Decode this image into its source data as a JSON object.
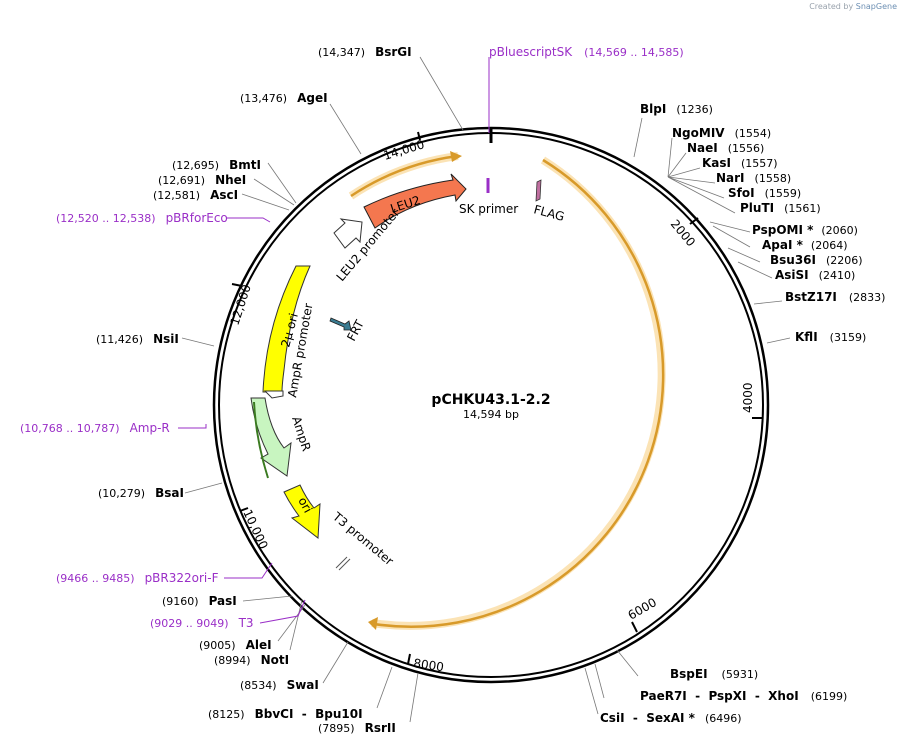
{
  "credit": {
    "prefix": "Created by",
    "brand": "SnapGene"
  },
  "plasmid": {
    "name": "pCHKU43.1-2.2",
    "length": "14,594 bp"
  },
  "enzymes_right": [
    {
      "name": "BlpI",
      "pos": "(1236)"
    },
    {
      "name": "NgoMIV",
      "pos": "(1554)"
    },
    {
      "name": "NaeI",
      "pos": "(1556)"
    },
    {
      "name": "KasI",
      "pos": "(1557)"
    },
    {
      "name": "NarI",
      "pos": "(1558)"
    },
    {
      "name": "SfoI",
      "pos": "(1559)"
    },
    {
      "name": "PluTI",
      "pos": "(1561)"
    },
    {
      "name": "PspOMI *",
      "pos": "(2060)"
    },
    {
      "name": "ApaI *",
      "pos": "(2064)"
    },
    {
      "name": "Bsu36I",
      "pos": "(2206)"
    },
    {
      "name": "AsiSI",
      "pos": "(2410)"
    },
    {
      "name": "BstZ17I",
      "pos": "(2833)"
    },
    {
      "name": "KflI",
      "pos": "(3159)"
    }
  ],
  "enzymes_bottom": [
    {
      "name": "BspEI",
      "pos": "(5931)"
    },
    {
      "name": "PaeR7I  -  PspXI  -  XhoI",
      "pos": "(6199)"
    },
    {
      "name": "CsiI  -  SexAI *",
      "pos": "(6496)"
    },
    {
      "name": "RsrII",
      "pos": "(7895)"
    },
    {
      "name": "BbvCI  -  Bpu10I",
      "pos": "(8125)"
    },
    {
      "name": "SwaI",
      "pos": "(8534)"
    },
    {
      "name": "NotI",
      "pos": "(8994)"
    },
    {
      "name": "AleI",
      "pos": "(9005)"
    },
    {
      "name": "PasI",
      "pos": "(9160)"
    }
  ],
  "enzymes_left": [
    {
      "name": "BsaI",
      "pos": "(10,279)"
    },
    {
      "name": "NsiI",
      "pos": "(11,426)"
    },
    {
      "name": "AscI",
      "pos": "(12,581)"
    },
    {
      "name": "NheI",
      "pos": "(12,691)"
    },
    {
      "name": "BmtI",
      "pos": "(12,695)"
    },
    {
      "name": "AgeI",
      "pos": "(13,476)"
    },
    {
      "name": "BsrGI",
      "pos": "(14,347)"
    }
  ],
  "primers": [
    {
      "name": "pBluescriptSK",
      "pos": "(14,569 .. 14,585)"
    },
    {
      "name": "pBRforEco",
      "pos": "(12,520 .. 12,538)"
    },
    {
      "name": "Amp-R",
      "pos": "(10,768 .. 10,787)"
    },
    {
      "name": "pBR322ori-F",
      "pos": "(9466 .. 9485)"
    },
    {
      "name": "T3",
      "pos": "(9029 .. 9049)"
    }
  ],
  "ticks": [
    "2000",
    "4000",
    "6000",
    "8000",
    "10,000",
    "12,000",
    "14,000"
  ],
  "features": {
    "leu2": "LEU2",
    "leu2_promoter": "LEU2 promoter",
    "two_micron": "2µ ori",
    "ampr_promoter": "AmpR promoter",
    "ampr": "AmpR",
    "ori": "ori",
    "t3_promoter": "T3 promoter",
    "frt": "FRT",
    "sk_primer": "SK primer",
    "flag": "FLAG"
  },
  "colors": {
    "backbone": "#000000",
    "primer": "#9a2fc7",
    "orf_track": "#d89a2a",
    "orf_halo": "#fbe3b5",
    "leu2": "#f4774f",
    "yellow_feature": "#ffff00",
    "ampr": "#c8f5c0",
    "frt": "#3a7b91",
    "flag": "#c06fa0"
  }
}
